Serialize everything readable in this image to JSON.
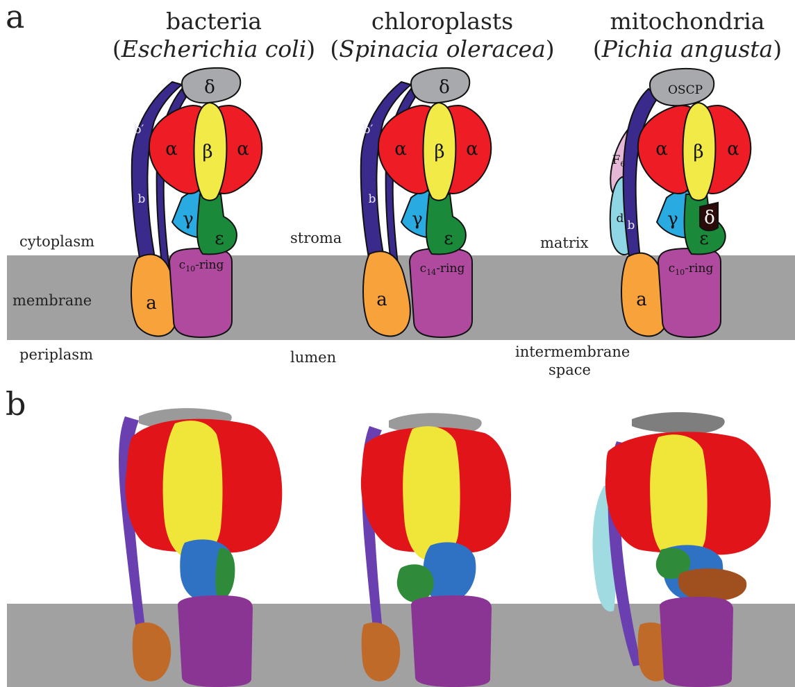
{
  "panels": {
    "a": "a",
    "b": "b"
  },
  "organisms": [
    {
      "name": "bacteria",
      "species": "Escherichia coli",
      "env_top": "cytoplasm",
      "env_bottom": "periplasm",
      "ring": "c10-ring",
      "ring_main": "c",
      "ring_sub": "10",
      "ring_suffix": "-ring"
    },
    {
      "name": "chloroplasts",
      "species": "Spinacia oleracea",
      "env_top": "stroma",
      "env_bottom": "lumen",
      "ring": "c14-ring",
      "ring_main": "c",
      "ring_sub": "14",
      "ring_suffix": "-ring"
    },
    {
      "name": "mitochondria",
      "species": "Pichia angusta",
      "env_top": "matrix",
      "env_bottom_1": "intermembrane",
      "env_bottom_2": "space",
      "ring": "c10-ring",
      "ring_main": "c",
      "ring_sub": "10",
      "ring_suffix": "-ring"
    }
  ],
  "membrane_label": "membrane",
  "subunits": {
    "delta": "δ",
    "oscp": "OSCP",
    "alpha": "α",
    "beta": "β",
    "gamma": "γ",
    "epsilon": "ε",
    "a": "a",
    "b": "b",
    "b_prime": "b′",
    "d": "d",
    "f6_main": "F",
    "f6_sub": "6"
  },
  "colors": {
    "membrane": "#a1a1a1",
    "alpha": "#ee1c25",
    "beta": "#f2ea47",
    "gamma": "#29abe2",
    "epsilon": "#1a8a3a",
    "delta": "#a7a9ac",
    "stator_b": "#3a2a8c",
    "subunit_a": "#f7a23b",
    "c_ring": "#b04a9e",
    "d_subunit": "#8fd6e4",
    "f6": "#e6b8d8",
    "delta_mito": "#2b0a0a",
    "struct_purple": "#6a3fb0",
    "struct_orange": "#c06a2a",
    "struct_blue": "#2f72c4",
    "struct_green": "#2f8a3a",
    "struct_gray": "#9a9a9a",
    "struct_cyan": "#9fdbe0"
  }
}
